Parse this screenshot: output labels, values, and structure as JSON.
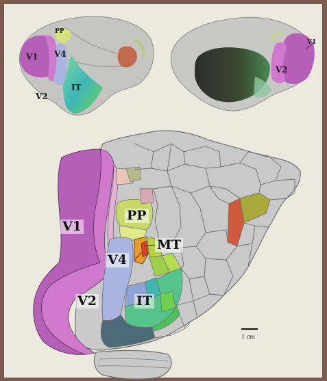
{
  "labels": {
    "lateral": {
      "v1": "V1",
      "v4": "V4",
      "pp": "PP",
      "v2": "V2",
      "it": "IT"
    },
    "medial": {
      "v1": "V1",
      "v2": "V2"
    },
    "flat": {
      "v1": "V1",
      "v2": "V2",
      "v4": "V4",
      "pp": "PP",
      "mt": "MT",
      "it": "IT"
    }
  },
  "scale_bar": {
    "label": "1 cm"
  },
  "colors": {
    "v1": "#b65fb8",
    "v2": "#cf78cc",
    "v4": "#a9b4e0",
    "pp": "#cfe08a",
    "mt": "#e89a2a",
    "it": "#56c48a",
    "cortex": "#c9c9c9",
    "background": "#ece9df",
    "frame": "#7d5a4e"
  }
}
